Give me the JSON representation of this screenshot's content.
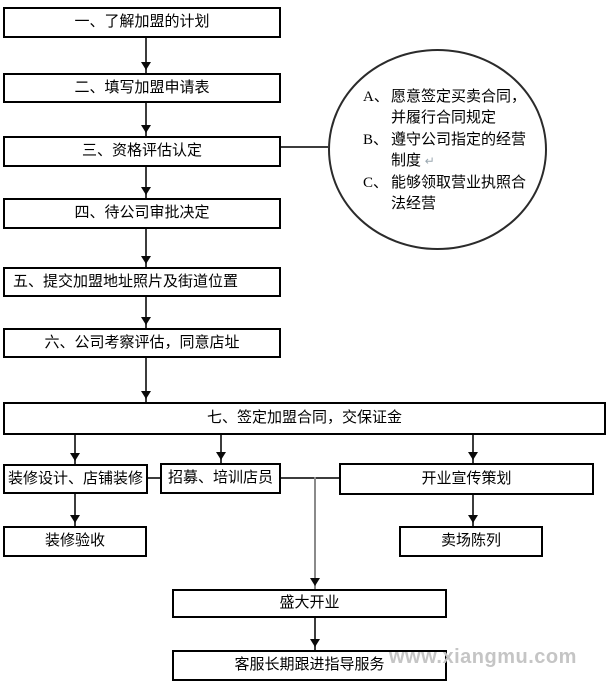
{
  "diagram": {
    "steps": {
      "s1": "一、了解加盟的计划",
      "s2": "二、填写加盟申请表",
      "s3": "三、资格评估认定",
      "s4": "四、待公司审批决定",
      "s5": "五、提交加盟地址照片及街道位置",
      "s6": "六、公司考察评估，同意店址",
      "s7": "七、签定加盟合同，交保证金",
      "decor_design": "装修设计、店铺装修",
      "recruit_train": "招募、培训店员",
      "opening_promo": "开业宣传策划",
      "decor_accept": "装修验收",
      "store_display": "卖场陈列",
      "grand_opening": "盛大开业",
      "customer_service": "客服长期跟进指导服务"
    },
    "conditions": {
      "items": [
        {
          "label": "A、",
          "text": "愿意签定买卖合同，并履行合同规定"
        },
        {
          "label": "B、",
          "text": "遵守公司指定的经营制度"
        },
        {
          "label": "C、",
          "text": "能够领取营业执照合法经营"
        }
      ],
      "return_mark": "↵"
    },
    "watermark": "www.xiangmu.com",
    "colors": {
      "line": "#3c3c3c",
      "box_border": "#000000",
      "watermark": "#c5c5c5",
      "background": "#ffffff"
    }
  }
}
